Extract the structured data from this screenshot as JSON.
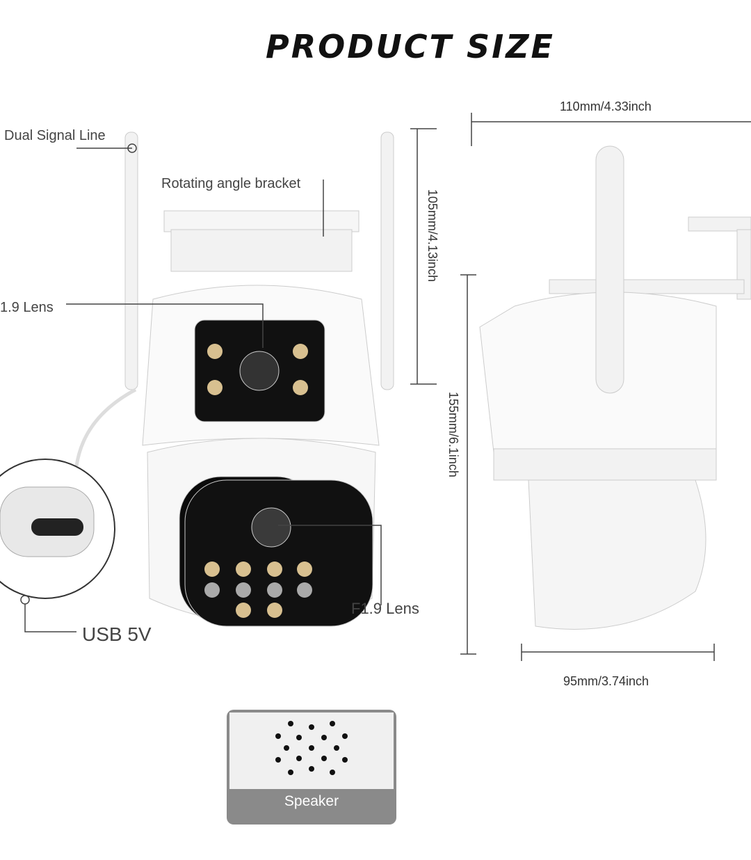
{
  "title": "PRODUCT SIZE",
  "labels": {
    "dual_signal_line": "Dual Signal Line",
    "rotating_bracket": "Rotating angle bracket",
    "top_lens": "1.9 Lens",
    "bottom_lens": "F1.9 Lens",
    "usb": "USB 5V",
    "speaker": "Speaker"
  },
  "dimensions": {
    "width_top": "110mm/4.33inch",
    "height_upper": "105mm/4.13inch",
    "height_total": "155mm/6.1inch",
    "width_bottom": "95mm/3.74inch"
  }
}
